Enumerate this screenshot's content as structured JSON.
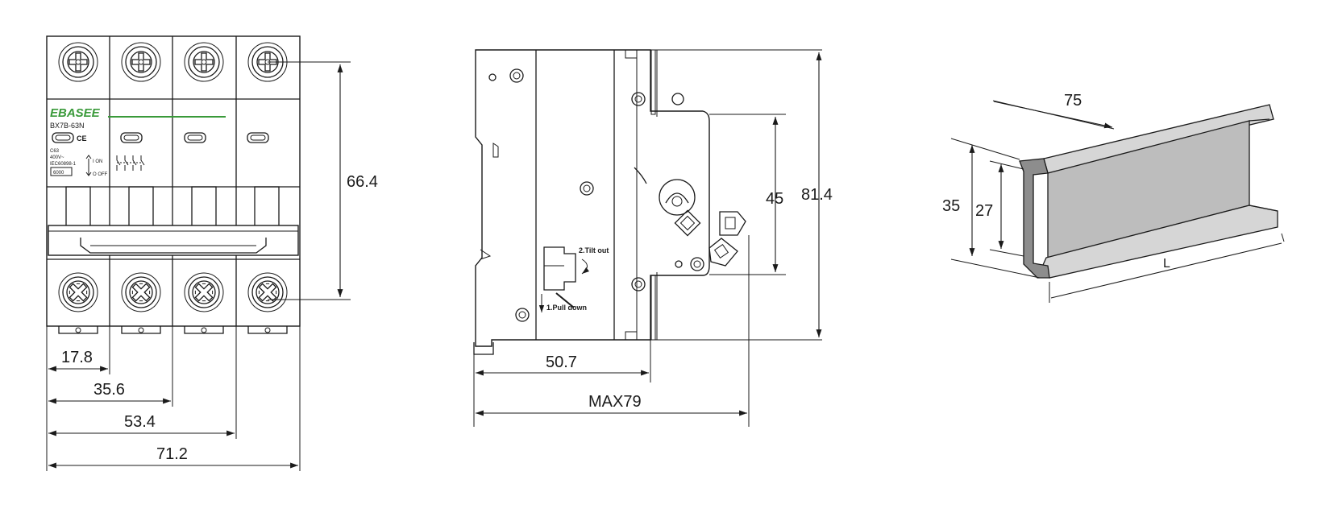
{
  "front_view": {
    "brand": "EBASEE",
    "model": "BX7B-63N",
    "ce_mark": "CE",
    "rating": "C63",
    "voltage": "400V~",
    "standard": "IEC60898-1",
    "breaking_capacity": "6000",
    "on_label": "I ON",
    "off_label": "O OFF",
    "brand_color": "#3a9a3a",
    "dimensions": {
      "height": "66.4",
      "pole1": "17.8",
      "pole2": "35.6",
      "pole3": "53.4",
      "pole4": "71.2"
    }
  },
  "side_view": {
    "step2_label": "2.Tilt out",
    "step1_label": "1.Pull down",
    "dimensions": {
      "inner_height": "45",
      "total_height": "81.4",
      "depth": "50.7",
      "max_depth": "MAX79"
    }
  },
  "din_rail": {
    "dimensions": {
      "width": "75",
      "outer_height": "35",
      "inner_height": "27",
      "length": "L"
    }
  }
}
